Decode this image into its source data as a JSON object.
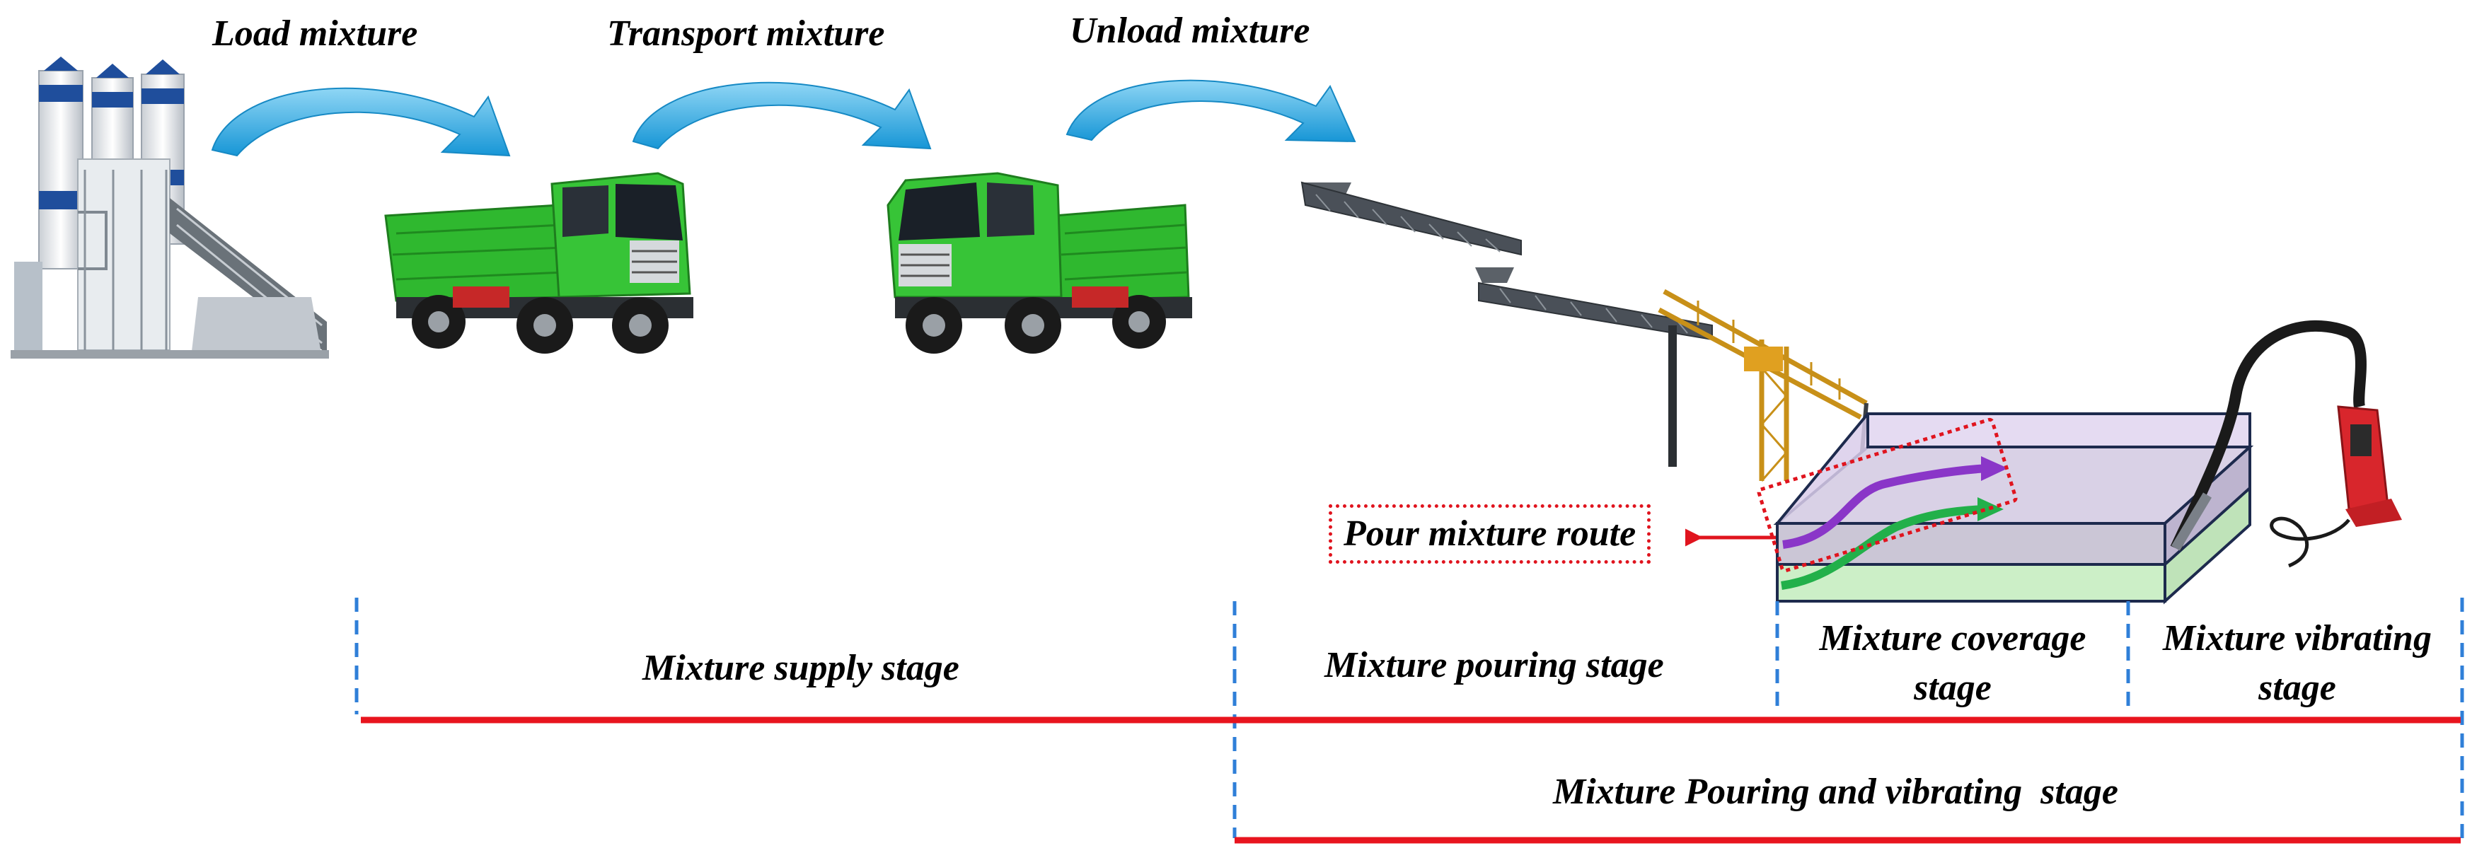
{
  "steps": {
    "load": "Load mixture",
    "transport": "Transport mixture",
    "unload": "Unload mixture"
  },
  "route": {
    "label": "Pour mixture route"
  },
  "stages": {
    "supply": "Mixture supply stage",
    "pouring": "Mixture pouring stage",
    "coverage": "Mixture coverage stage",
    "vibrating": "Mixture vibrating stage",
    "pouring_vibrating": "Mixture Pouring and vibrating  stage"
  },
  "colors": {
    "timeline_red": "#e8141e",
    "divider_blue": "#2f7fd8",
    "arrow_blue": "#29aae2",
    "truck_green": "#2fb82f",
    "route_purple": "#8a36c8",
    "route_green": "#22b04a",
    "slab_lavender": "#e2d6f0",
    "slab_green": "#d3f0cc",
    "vibrator_red": "#d8262c"
  },
  "icons": [
    "batching-plant-icon",
    "dump-truck-icon",
    "conveyor-crane-icon",
    "concrete-slab-icon",
    "poker-vibrator-icon"
  ]
}
